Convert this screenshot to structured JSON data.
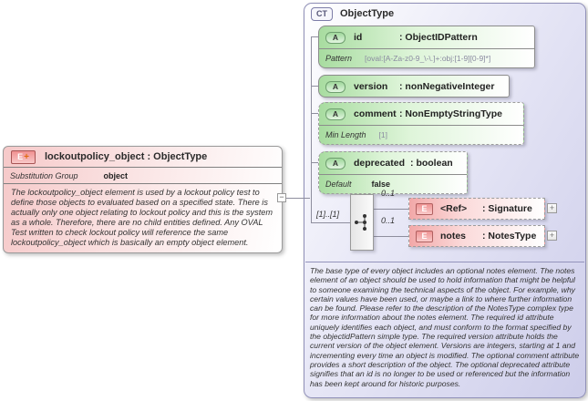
{
  "element_box": {
    "badge": "E",
    "badge_plus": "+",
    "title": "lockoutpolicy_object : ObjectType",
    "substitution_group_label": "Substitution Group",
    "substitution_group_value": "object",
    "annotation": "The lockoutpolicy_object element is used by a lockout policy test to define those objects to evaluated based on a specified state. There is actually only one object relating to lockout policy and this is the system as a whole. Therefore, there are no child entities defined. Any OVAL Test written to check lockout policy will reference the same lockoutpolicy_object which is basically an empty object element."
  },
  "connector": {
    "collapse_icon": "−"
  },
  "complex_type_box": {
    "badge": "CT",
    "title": "ObjectType",
    "attributes": [
      {
        "badge": "A",
        "name": "id",
        "type": ": ObjectIDPattern",
        "facet_label": "Pattern",
        "facet_value": "[oval:[A-Za-z0-9_\\-\\.]+:obj:[1-9][0-9]*]"
      },
      {
        "badge": "A",
        "name": "version",
        "type": ": nonNegativeInteger"
      },
      {
        "badge": "A",
        "name": "comment",
        "type": ": NonEmptyStringType",
        "facet_label": "Min Length",
        "facet_value": "[1]"
      },
      {
        "badge": "A",
        "name": "deprecated",
        "type": ": boolean",
        "facet_label": "Default",
        "facet_value": "false"
      }
    ],
    "sequence": {
      "cardinality": "[1]..[1]",
      "children": [
        {
          "badge": "E",
          "name": "<Ref>",
          "type": ": Signature",
          "cardinality": "0..1",
          "expand_icon": "+"
        },
        {
          "badge": "E",
          "name": "notes",
          "type": ": NotesType",
          "cardinality": "0..1",
          "expand_icon": "+"
        }
      ]
    },
    "annotation": "The base type of every object includes an optional notes element. The notes element of an object should be used to hold information that might be helpful to someone examining the technical aspects of the object. For example, why certain values have been used, or maybe a link to where further information can be found. Please refer to the description of the NotesType complex type for more information about the notes element. The required id attribute uniquely identifies each object, and must conform to the format specified by the objectidPattern simple type. The required version attribute holds the current version of the object element. Versions are integers, starting at 1 and incrementing every time an object is modified. The optional comment attribute provides a short description of the object. The optional deprecated attribute signifies that an id is no longer to be used or referenced but the information has been kept around for historic purposes."
  },
  "colors": {
    "element_pink": "#f6c9c9",
    "attribute_green": "#a8dca0",
    "complex_lavender": "#cdcdea",
    "connector_gray": "#8e8e9e"
  }
}
